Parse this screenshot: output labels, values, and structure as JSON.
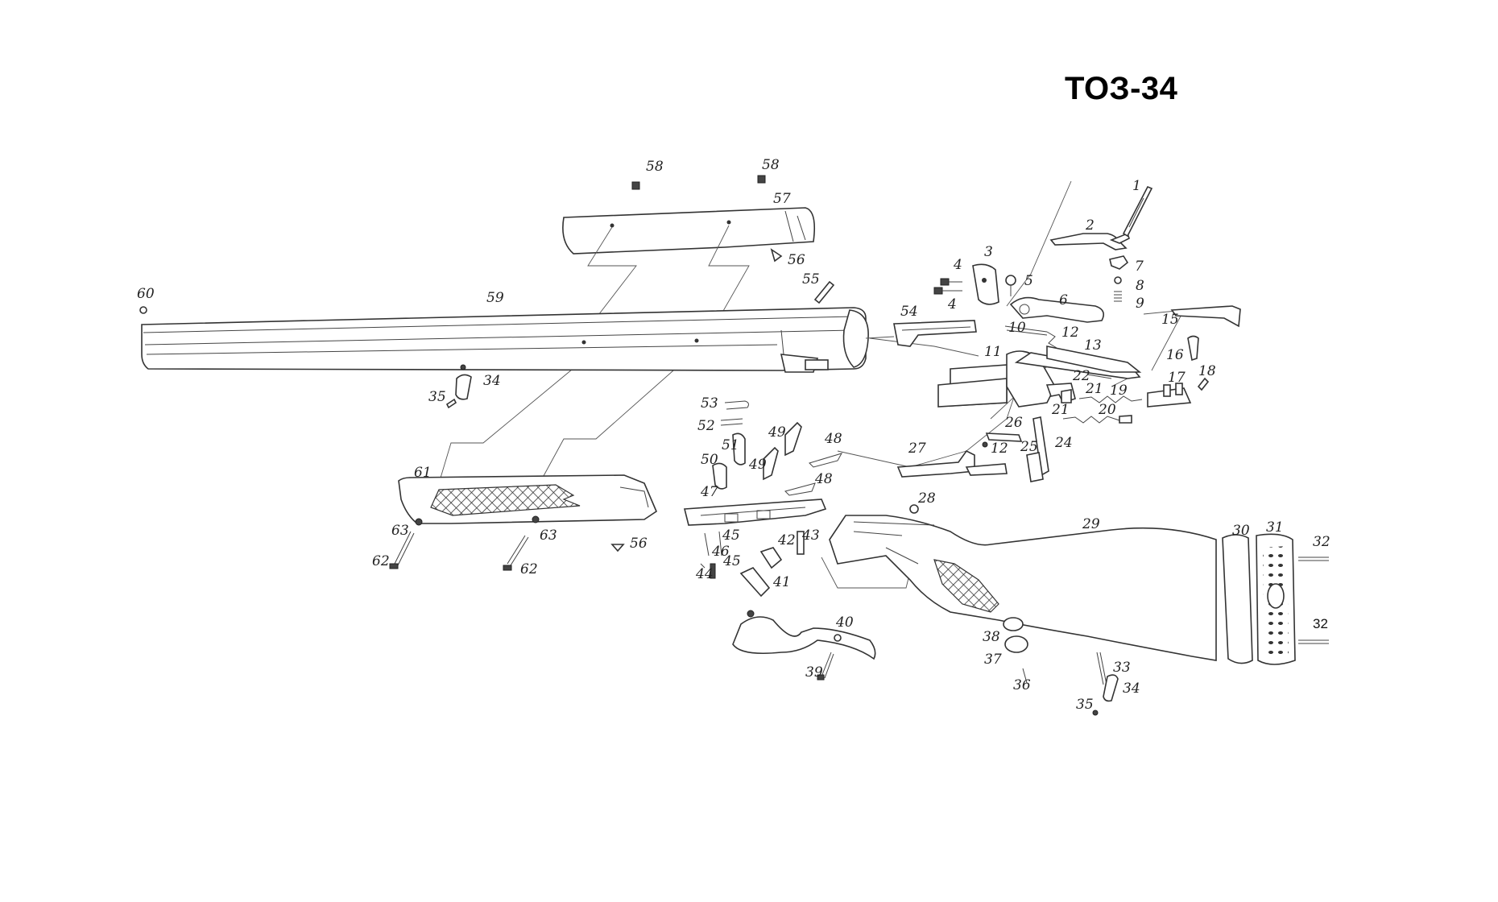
{
  "title": "ТОЗ-34",
  "labels": {
    "l1": "1",
    "l2": "2",
    "l3": "3",
    "l4a": "4",
    "l4b": "4",
    "l5": "5",
    "l6": "6",
    "l7": "7",
    "l8": "8",
    "l9": "9",
    "l10": "10",
    "l11": "11",
    "l12a": "12",
    "l12b": "12",
    "l13": "13",
    "l15": "15",
    "l16": "16",
    "l17": "17",
    "l18": "18",
    "l19": "19",
    "l20": "20",
    "l21a": "21",
    "l21b": "21",
    "l22": "22",
    "l24": "24",
    "l25": "25",
    "l26": "26",
    "l27": "27",
    "l28": "28",
    "l29": "29",
    "l30": "30",
    "l31": "31",
    "l32a": "32",
    "l32b": "32",
    "l33": "33",
    "l34a": "34",
    "l34b": "34",
    "l35a": "35",
    "l35b": "35",
    "l36": "36",
    "l37": "37",
    "l38": "38",
    "l39": "39",
    "l40": "40",
    "l41": "41",
    "l42": "42",
    "l43": "43",
    "l44": "44",
    "l45a": "45",
    "l45b": "45",
    "l46": "46",
    "l47": "47",
    "l48a": "48",
    "l48b": "48",
    "l49a": "49",
    "l49b": "49",
    "l50": "50",
    "l51": "51",
    "l52": "52",
    "l53": "53",
    "l54": "54",
    "l55": "55",
    "l56a": "56",
    "l56b": "56",
    "l57": "57",
    "l58a": "58",
    "l58b": "58",
    "l59": "59",
    "l60": "60",
    "l61": "61",
    "l62a": "62",
    "l62b": "62",
    "l63a": "63",
    "l63b": "63"
  }
}
